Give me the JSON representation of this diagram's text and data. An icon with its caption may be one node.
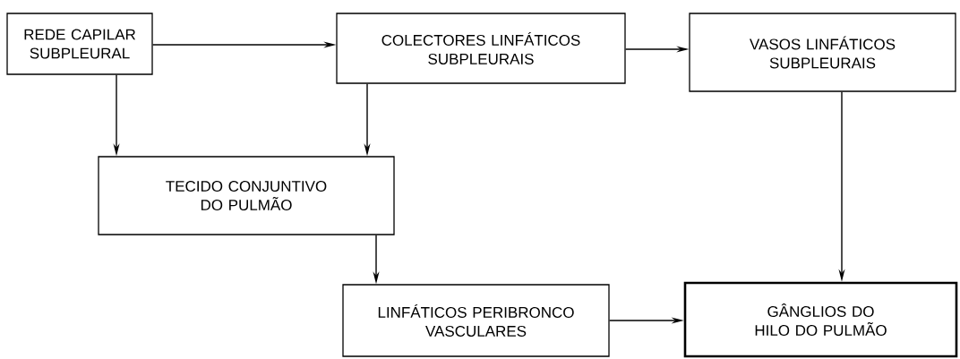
{
  "diagram": {
    "nodes": [
      {
        "text": [
          "REDE CAPILAR SUBPLEURAL"
        ]
      },
      {
        "text": [
          "COLECTORES LINFÁTICOS SUBPLEURAIS"
        ]
      },
      {
        "text": [
          "VASOS LINFÁTICOS SUBPLEURAIS"
        ]
      },
      {
        "text": [
          "TECIDO CONJUNTIVO DO PULMÃO"
        ]
      },
      {
        "text": [
          "LINFÁTICOS PERIBRONCO VASCULARES"
        ]
      },
      {
        "text": [
          "GÂNGLIOS DO HILO DO PULMÃO"
        ]
      }
    ],
    "edges": [
      {
        "from": 0,
        "to": 1,
        "arrow": "to"
      },
      {
        "from": 1,
        "to": 2,
        "arrow": "to"
      },
      {
        "from": 0,
        "to": 3,
        "arrow": "to"
      },
      {
        "from": 1,
        "to": 3,
        "arrow": "to"
      },
      {
        "from": 2,
        "to": 5,
        "arrow": "to"
      },
      {
        "from": 3,
        "to": 4,
        "arrow": "to"
      },
      {
        "from": 4,
        "to": 5,
        "arrow": "to"
      }
    ]
  }
}
